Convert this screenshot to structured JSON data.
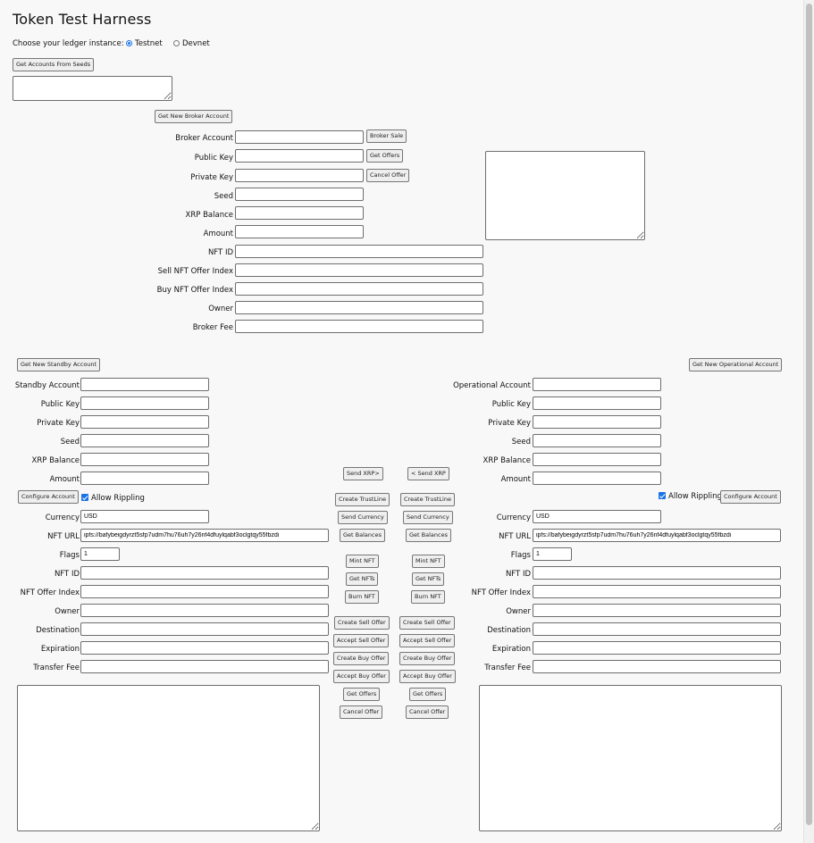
{
  "title": "Token Test Harness",
  "ledger": {
    "prompt": "Choose your ledger instance:",
    "options": [
      "Testnet",
      "Devnet"
    ],
    "selected": "Testnet"
  },
  "seeds": {
    "button": "Get Accounts From Seeds"
  },
  "broker": {
    "get_account_button": "Get New Broker Account",
    "labels": {
      "account": "Broker Account",
      "public_key": "Public Key",
      "private_key": "Private Key",
      "seed": "Seed",
      "xrp_balance": "XRP Balance",
      "amount": "Amount",
      "nft_id": "NFT ID",
      "sell_offer_index": "Sell NFT Offer Index",
      "buy_offer_index": "Buy NFT Offer Index",
      "owner": "Owner",
      "broker_fee": "Broker Fee"
    },
    "buttons": {
      "broker_sale": "Broker Sale",
      "get_offers": "Get Offers",
      "cancel_offer": "Cancel Offer"
    }
  },
  "standby": {
    "get_account_button": "Get New Standby Account",
    "configure_button": "Configure Account",
    "allow_rippling": "Allow Rippling",
    "labels": {
      "account": "Standby Account",
      "public_key": "Public Key",
      "private_key": "Private Key",
      "seed": "Seed",
      "xrp_balance": "XRP Balance",
      "amount": "Amount",
      "currency": "Currency",
      "nft_url": "NFT URL",
      "flags": "Flags",
      "nft_id": "NFT ID",
      "nft_offer_index": "NFT Offer Index",
      "owner": "Owner",
      "destination": "Destination",
      "expiration": "Expiration",
      "transfer_fee": "Transfer Fee"
    },
    "values": {
      "currency": "USD",
      "nft_url": "ipfs://bafybeigdyrzt5sfp7udm7hu76uh7y26nf4dfuylqabf3oclgtqy55fbzdi",
      "flags": "1"
    }
  },
  "operational": {
    "get_account_button": "Get New Operational Account",
    "configure_button": "Configure Account",
    "allow_rippling": "Allow Rippling",
    "labels": {
      "account": "Operational Account",
      "public_key": "Public Key",
      "private_key": "Private Key",
      "seed": "Seed",
      "xrp_balance": "XRP Balance",
      "amount": "Amount",
      "currency": "Currency",
      "nft_url": "NFT URL",
      "flags": "Flags",
      "nft_id": "NFT ID",
      "nft_offer_index": "NFT Offer Index",
      "owner": "Owner",
      "destination": "Destination",
      "expiration": "Expiration",
      "transfer_fee": "Transfer Fee"
    },
    "values": {
      "currency": "USD",
      "nft_url": "ipfs://bafybeigdyrzt5sfp7udm7hu76uh7y26nf4dfuylqabf3oclgtqy55fbzdi",
      "flags": "1"
    }
  },
  "middle": {
    "send_xrp_right": "Send XRP>",
    "send_xrp_left": "< Send XRP",
    "create_trustline": "Create TrustLine",
    "send_currency": "Send Currency",
    "get_balances": "Get Balances",
    "mint_nft": "Mint NFT",
    "get_nfts": "Get NFTs",
    "burn_nft": "Burn NFT",
    "create_sell_offer": "Create Sell Offer",
    "accept_sell_offer": "Accept Sell Offer",
    "create_buy_offer": "Create Buy Offer",
    "accept_buy_offer": "Accept Buy Offer",
    "get_offers": "Get Offers",
    "cancel_offer": "Cancel Offer"
  }
}
